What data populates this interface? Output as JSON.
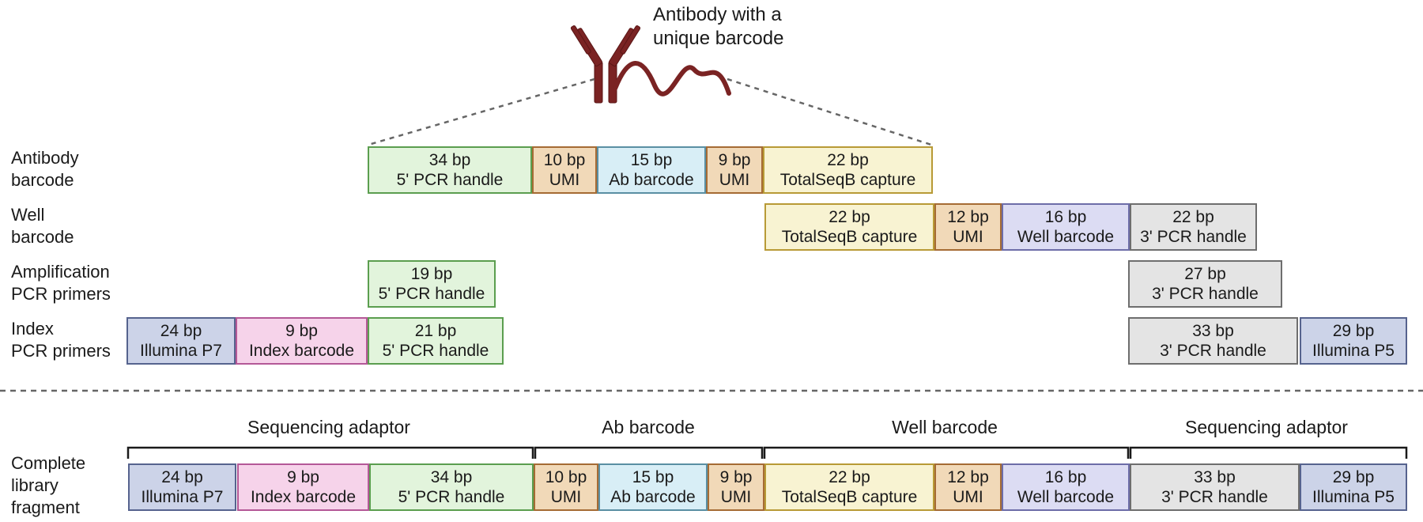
{
  "antibody": {
    "caption": "Antibody with a\nunique barcode",
    "icon": "antibody-icon",
    "color": "#7a2323"
  },
  "rows": [
    {
      "label": "Antibody\nbarcode",
      "segments": [
        {
          "bp": "34 bp",
          "name": "5' PCR handle",
          "color": "green"
        },
        {
          "bp": "10 bp",
          "name": "UMI",
          "color": "orange"
        },
        {
          "bp": "15 bp",
          "name": "Ab barcode",
          "color": "blue"
        },
        {
          "bp": "9 bp",
          "name": "UMI",
          "color": "orange"
        },
        {
          "bp": "22 bp",
          "name": "TotalSeqB capture",
          "color": "yellow"
        }
      ]
    },
    {
      "label": "Well\nbarcode",
      "segments": [
        {
          "bp": "22 bp",
          "name": "TotalSeqB capture",
          "color": "yellow"
        },
        {
          "bp": "12 bp",
          "name": "UMI",
          "color": "orange"
        },
        {
          "bp": "16 bp",
          "name": "Well barcode",
          "color": "purple"
        },
        {
          "bp": "22 bp",
          "name": "3' PCR handle",
          "color": "gray"
        }
      ]
    },
    {
      "label": "Amplification\nPCR primers",
      "segments": [
        {
          "bp": "19 bp",
          "name": "5' PCR handle",
          "color": "green"
        },
        {
          "bp": "27 bp",
          "name": "3' PCR handle",
          "color": "gray"
        }
      ]
    },
    {
      "label": "Index\nPCR primers",
      "segments": [
        {
          "bp": "24 bp",
          "name": "Illumina P7",
          "color": "navy"
        },
        {
          "bp": "9 bp",
          "name": "Index barcode",
          "color": "pink"
        },
        {
          "bp": "21 bp",
          "name": "5' PCR handle",
          "color": "green"
        },
        {
          "bp": "33 bp",
          "name": "3' PCR handle",
          "color": "gray"
        },
        {
          "bp": "29 bp",
          "name": "Illumina P5",
          "color": "navy"
        }
      ]
    }
  ],
  "library": {
    "label": "Complete\nlibrary\nfragment",
    "groups": [
      "Sequencing adaptor",
      "Ab barcode",
      "Well barcode",
      "Sequencing adaptor"
    ],
    "segments": [
      {
        "bp": "24 bp",
        "name": "Illumina P7",
        "color": "navy"
      },
      {
        "bp": "9 bp",
        "name": "Index barcode",
        "color": "pink"
      },
      {
        "bp": "34 bp",
        "name": "5' PCR handle",
        "color": "green"
      },
      {
        "bp": "10 bp",
        "name": "UMI",
        "color": "orange"
      },
      {
        "bp": "15 bp",
        "name": "Ab barcode",
        "color": "blue"
      },
      {
        "bp": "9 bp",
        "name": "UMI",
        "color": "orange"
      },
      {
        "bp": "22 bp",
        "name": "TotalSeqB capture",
        "color": "yellow"
      },
      {
        "bp": "12 bp",
        "name": "UMI",
        "color": "orange"
      },
      {
        "bp": "16 bp",
        "name": "Well barcode",
        "color": "purple"
      },
      {
        "bp": "33 bp",
        "name": "3' PCR handle",
        "color": "gray"
      },
      {
        "bp": "29 bp",
        "name": "Illumina P5",
        "color": "navy"
      }
    ]
  },
  "colors": {
    "green": "#e2f4dc",
    "orange": "#f1d9b8",
    "blue": "#d8eef6",
    "yellow": "#f8f3d2",
    "purple": "#dcdcf3",
    "gray": "#e4e4e4",
    "navy": "#ccd3e8",
    "pink": "#f6d3ea"
  }
}
